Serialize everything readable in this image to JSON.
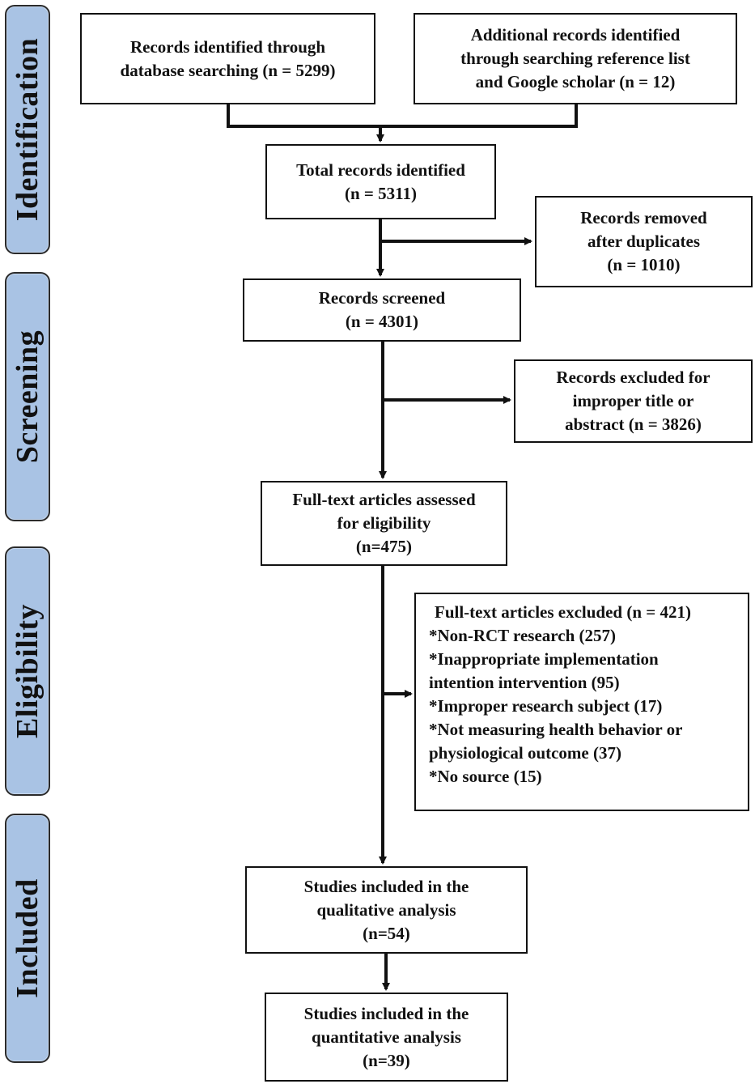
{
  "stages": [
    {
      "id": "identification",
      "label": "Identification"
    },
    {
      "id": "screening",
      "label": "Screening"
    },
    {
      "id": "eligibility",
      "label": "Eligibility"
    },
    {
      "id": "included",
      "label": "Included"
    }
  ],
  "boxes": {
    "database_records": [
      "Records identified through",
      "database searching (n = 5299)"
    ],
    "additional_records": [
      "Additional records identified",
      "through searching reference list",
      "and Google scholar (n = 12)"
    ],
    "total_records": [
      "Total records identified",
      "(n = 5311)"
    ],
    "duplicates_removed": [
      "Records removed",
      "after duplicates",
      "(n = 1010)"
    ],
    "records_screened": [
      "Records screened",
      "(n = 4301)"
    ],
    "excluded_title_abstract": [
      "Records excluded for",
      "improper title or",
      "abstract (n = 3826)"
    ],
    "fulltext_assessed": [
      "Full-text articles assessed",
      "for eligibility",
      "(n=475)"
    ],
    "fulltext_excluded": {
      "heading": "Full-text articles excluded (n = 421)",
      "items": [
        "*Non-RCT research (257)",
        "*Inappropriate implementation",
        "intention intervention (95)",
        "*Improper research subject (17)",
        "*Not measuring health behavior or",
        "physiological outcome (37)",
        "*No source (15)"
      ]
    },
    "qualitative": [
      "Studies included in the",
      "qualitative analysis",
      "(n=54)"
    ],
    "quantitative": [
      "Studies included in the",
      "quantitative analysis",
      "(n=39)"
    ]
  },
  "colors": {
    "stage_fill": "#a9c3e4",
    "stroke": "#111111",
    "text": "#111111"
  }
}
